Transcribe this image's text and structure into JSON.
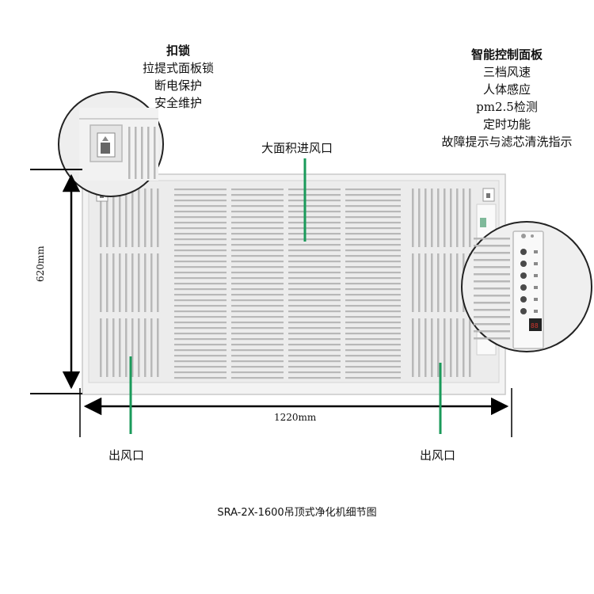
{
  "lock": {
    "title": "扣锁",
    "lines": [
      "拉提式面板锁",
      "断电保护",
      "安全维护"
    ]
  },
  "control": {
    "title": "智能控制面板",
    "lines": [
      "三档风速",
      "人体感应",
      "pm2.5检测",
      "定时功能",
      "故障提示与滤芯清洗指示"
    ]
  },
  "inlet_label": "大面积进风口",
  "outlet_left": "出风口",
  "outlet_right": "出风口",
  "height_dim": "620mm",
  "width_dim": "1220mm",
  "caption": "SRA-2X-1600吊顶式净化机细节图",
  "colors": {
    "leader": "#1a9a5a",
    "panel": "#eeeeee",
    "panel_border": "#c8c8c8",
    "slot": "#b8b8b8",
    "display": "#d0342c"
  }
}
